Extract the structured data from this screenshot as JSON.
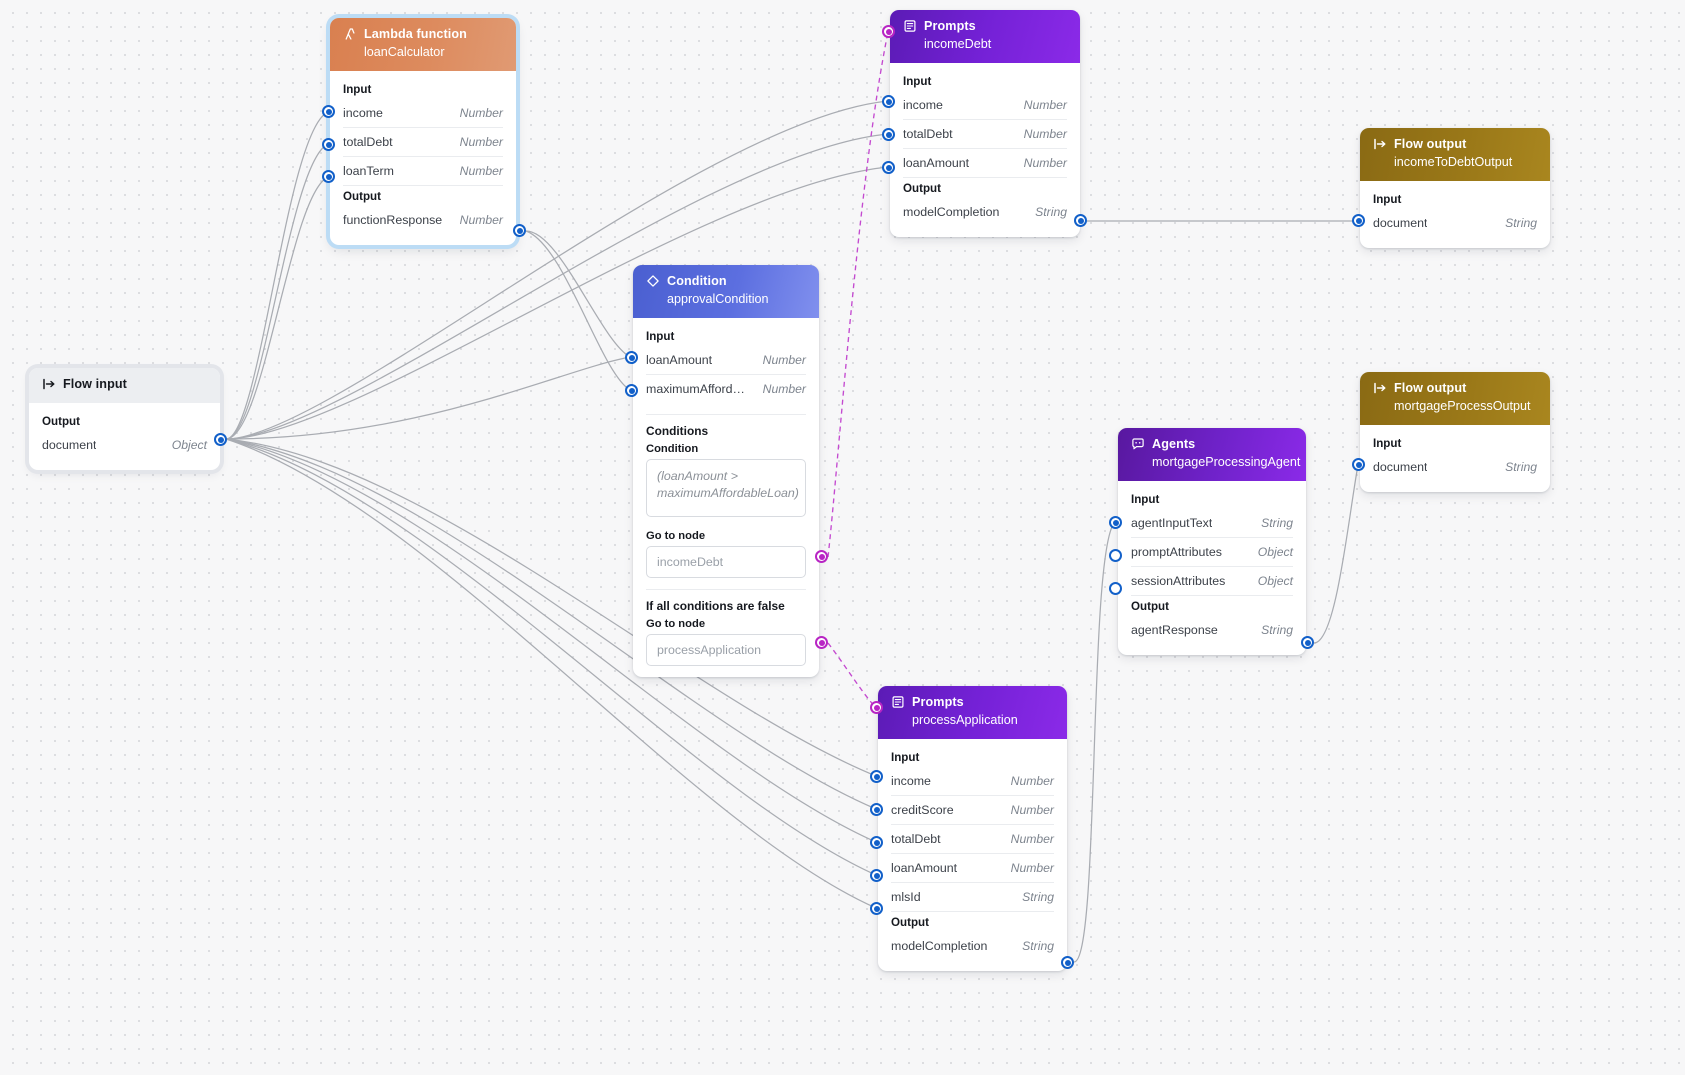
{
  "canvas": {
    "background": "#f7f7f8",
    "grid": "dotted"
  },
  "palette": {
    "lambda": "#d98050",
    "prompts": "#7421d6",
    "condition": "#5c6fe0",
    "agents": "#6f22c9",
    "flow_output": "#9a7818",
    "flow_input": "#eceef1",
    "port_blue": "#1260c9",
    "port_magenta": "#b825c4",
    "edge_gray": "#a9acb2",
    "edge_magenta": "#c44ad0"
  },
  "nodes": {
    "flow_input": {
      "type": "Flow input",
      "icon": "flow-input-icon",
      "sections": [
        {
          "label": "Output",
          "fields": [
            {
              "name": "document",
              "type": "Object"
            }
          ]
        }
      ]
    },
    "lambda": {
      "type": "Lambda function",
      "name": "loanCalculator",
      "icon": "lambda-icon",
      "selected": true,
      "sections": [
        {
          "label": "Input",
          "fields": [
            {
              "name": "income",
              "type": "Number"
            },
            {
              "name": "totalDebt",
              "type": "Number"
            },
            {
              "name": "loanTerm",
              "type": "Number"
            }
          ]
        },
        {
          "label": "Output",
          "fields": [
            {
              "name": "functionResponse",
              "type": "Number"
            }
          ]
        }
      ]
    },
    "income_debt": {
      "type": "Prompts",
      "name": "incomeDebt",
      "icon": "prompt-icon",
      "sections": [
        {
          "label": "Input",
          "fields": [
            {
              "name": "income",
              "type": "Number"
            },
            {
              "name": "totalDebt",
              "type": "Number"
            },
            {
              "name": "loanAmount",
              "type": "Number"
            }
          ]
        },
        {
          "label": "Output",
          "fields": [
            {
              "name": "modelCompletion",
              "type": "String"
            }
          ]
        }
      ]
    },
    "condition": {
      "type": "Condition",
      "name": "approvalCondition",
      "icon": "condition-icon",
      "sections": [
        {
          "label": "Input",
          "fields": [
            {
              "name": "loanAmount",
              "type": "Number"
            },
            {
              "name": "maximumAfforda…",
              "type": "Number"
            }
          ]
        }
      ],
      "conditions_label": "Conditions",
      "condition_label": "Condition",
      "condition_expression": "(loanAmount > maximumAffordableLoan)",
      "goto_label": "Go to node",
      "goto_value": "incomeDebt",
      "else_label": "If all conditions are false",
      "else_goto_label": "Go to node",
      "else_goto_value": "processApplication"
    },
    "process_application": {
      "type": "Prompts",
      "name": "processApplication",
      "icon": "prompt-icon",
      "sections": [
        {
          "label": "Input",
          "fields": [
            {
              "name": "income",
              "type": "Number"
            },
            {
              "name": "creditScore",
              "type": "Number"
            },
            {
              "name": "totalDebt",
              "type": "Number"
            },
            {
              "name": "loanAmount",
              "type": "Number"
            },
            {
              "name": "mlsId",
              "type": "String"
            }
          ]
        },
        {
          "label": "Output",
          "fields": [
            {
              "name": "modelCompletion",
              "type": "String"
            }
          ]
        }
      ]
    },
    "agent": {
      "type": "Agents",
      "name": "mortgageProcessingAgent",
      "icon": "agent-icon",
      "sections": [
        {
          "label": "Input",
          "fields": [
            {
              "name": "agentInputText",
              "type": "String"
            },
            {
              "name": "promptAttributes",
              "type": "Object"
            },
            {
              "name": "sessionAttributes",
              "type": "Object"
            }
          ]
        },
        {
          "label": "Output",
          "fields": [
            {
              "name": "agentResponse",
              "type": "String"
            }
          ]
        }
      ]
    },
    "output_income_debt": {
      "type": "Flow output",
      "name": "incomeToDebtOutput",
      "icon": "flow-output-icon",
      "sections": [
        {
          "label": "Input",
          "fields": [
            {
              "name": "document",
              "type": "String"
            }
          ]
        }
      ]
    },
    "output_mortgage": {
      "type": "Flow output",
      "name": "mortgageProcessOutput",
      "icon": "flow-output-icon",
      "sections": [
        {
          "label": "Input",
          "fields": [
            {
              "name": "document",
              "type": "String"
            }
          ]
        }
      ]
    }
  }
}
